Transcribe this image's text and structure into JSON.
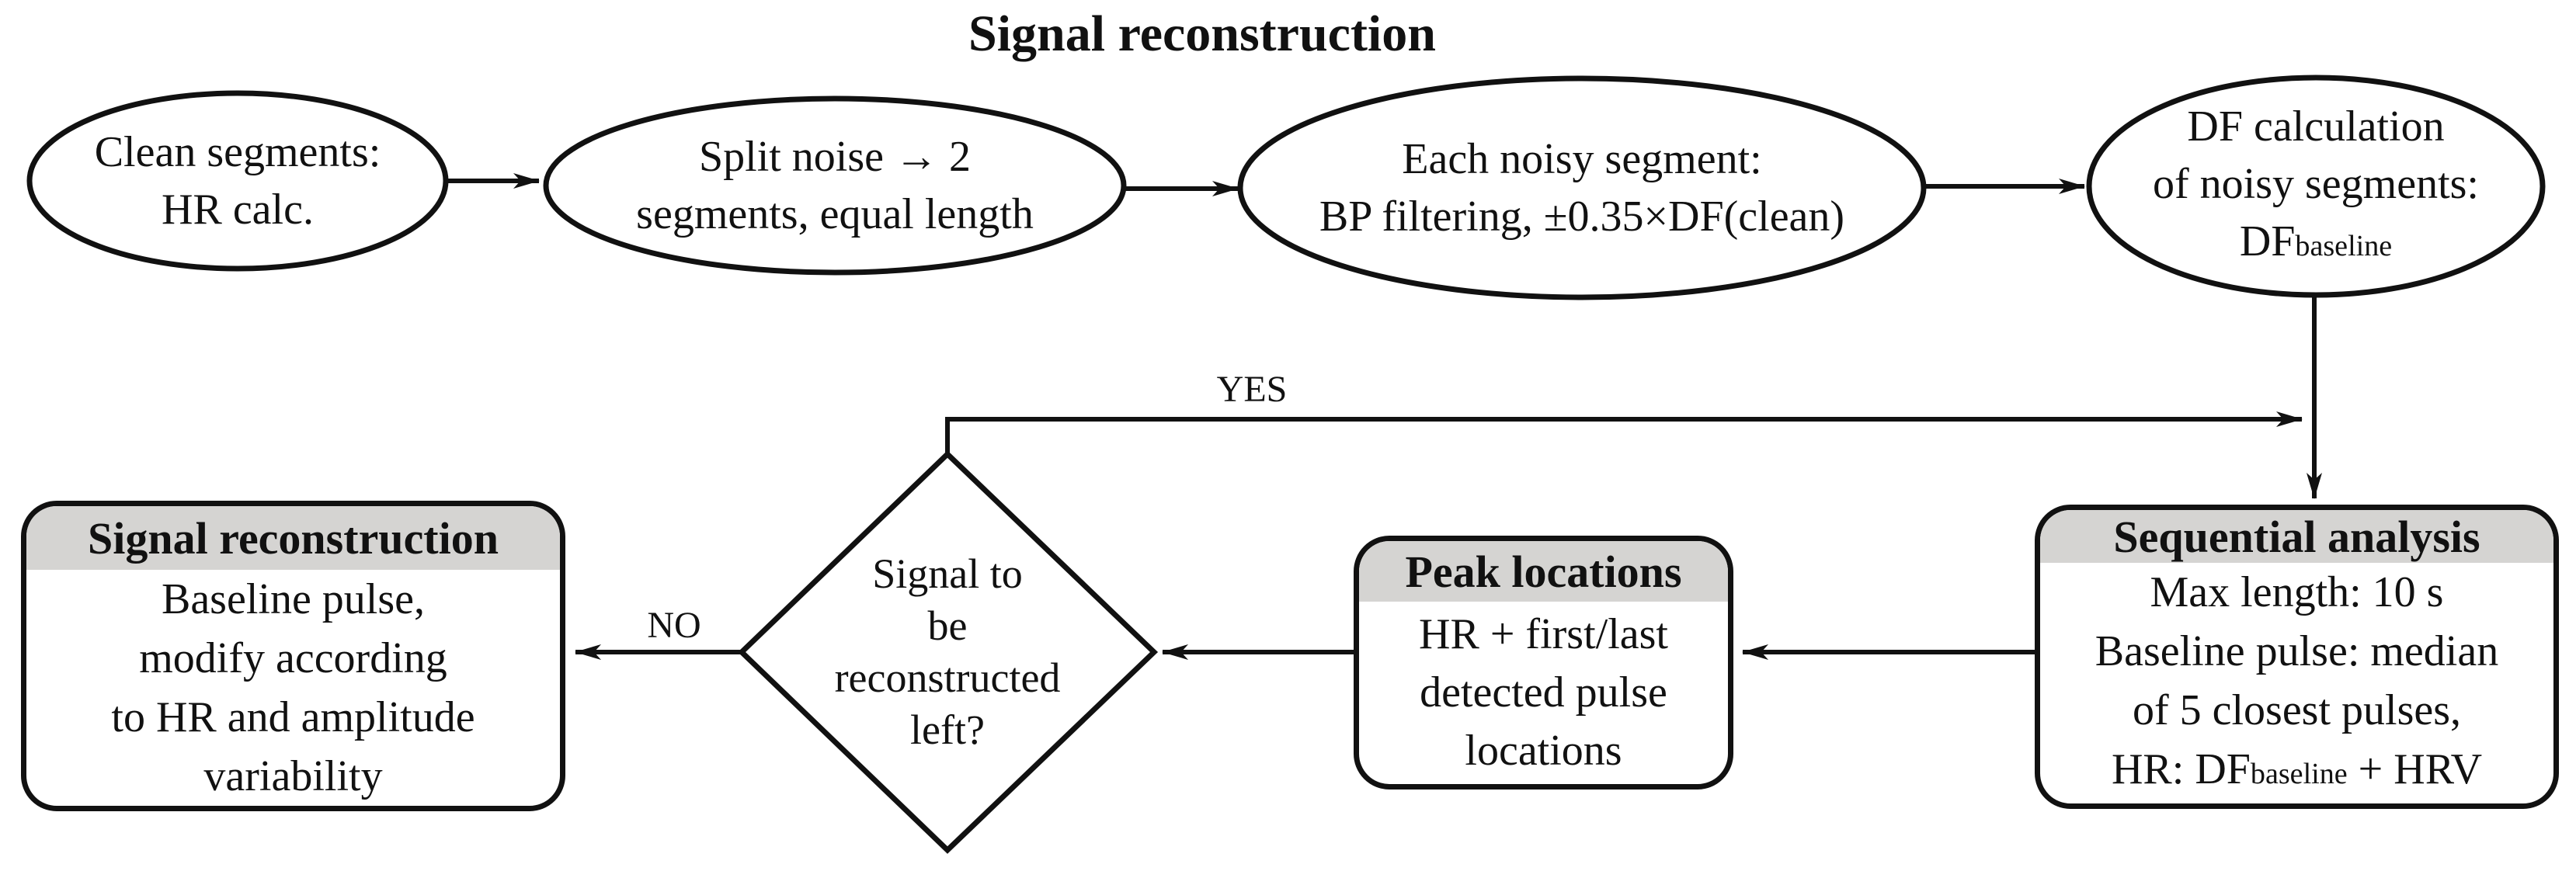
{
  "title": "Signal reconstruction",
  "labels": {
    "yes": "YES",
    "no": "NO"
  },
  "colors": {
    "stroke": "#111111",
    "header_bg": "#d5d4d2",
    "background": "#ffffff"
  },
  "ellipses": [
    {
      "id": "clean-segments",
      "lines": [
        "Clean segments:",
        "HR calc."
      ]
    },
    {
      "id": "split-noise",
      "lines": [
        "Split noise → 2",
        "segments, equal length"
      ]
    },
    {
      "id": "noisy-filtering",
      "lines": [
        "Each noisy segment:",
        "BP filtering, ±0.35×DF(clean)"
      ]
    },
    {
      "id": "df-calculation",
      "lines": [
        "DF calculation",
        "of noisy segments:"
      ],
      "line3_prefix": "DF",
      "line3_sub": "baseline"
    }
  ],
  "boxes": {
    "sequential": {
      "header": "Sequential analysis",
      "lines": [
        "Max length: 10 s",
        "Baseline pulse: median",
        "of 5 closest pulses,"
      ],
      "line4": {
        "prefix": "HR: DF",
        "sub": "baseline",
        "suffix": " + HRV"
      }
    },
    "peak": {
      "header": "Peak locations",
      "lines": [
        "HR + first/last",
        "detected pulse",
        "locations"
      ]
    },
    "reconstruction": {
      "header": "Signal reconstruction",
      "lines": [
        "Baseline pulse,",
        "modify according",
        "to HR and amplitude",
        "variability"
      ]
    }
  },
  "diamond": {
    "lines": [
      "Signal to",
      "be",
      "reconstructed",
      "left?"
    ]
  }
}
